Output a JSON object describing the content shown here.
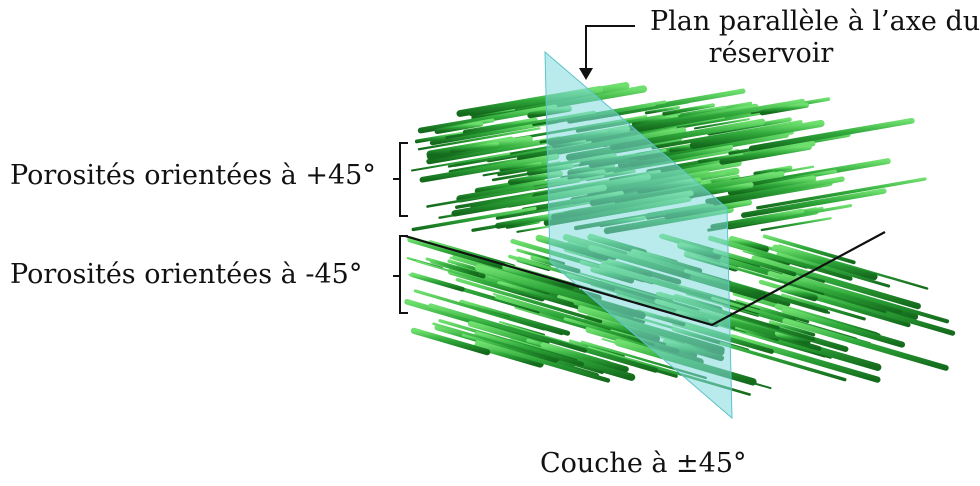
{
  "labels": {
    "plane_line1": "Plan parallèle à l’axe du",
    "plane_line2": "réservoir",
    "porosity_pos45": "Porosités orientées  à +45°",
    "porosity_neg45": "Porosités orientées  à -45°",
    "layer": "Couche à ±45°"
  },
  "colors": {
    "pore_green": "#2fa83a",
    "pore_dark": "#1a7a22",
    "plane_cyan": "#7fd8dc"
  }
}
